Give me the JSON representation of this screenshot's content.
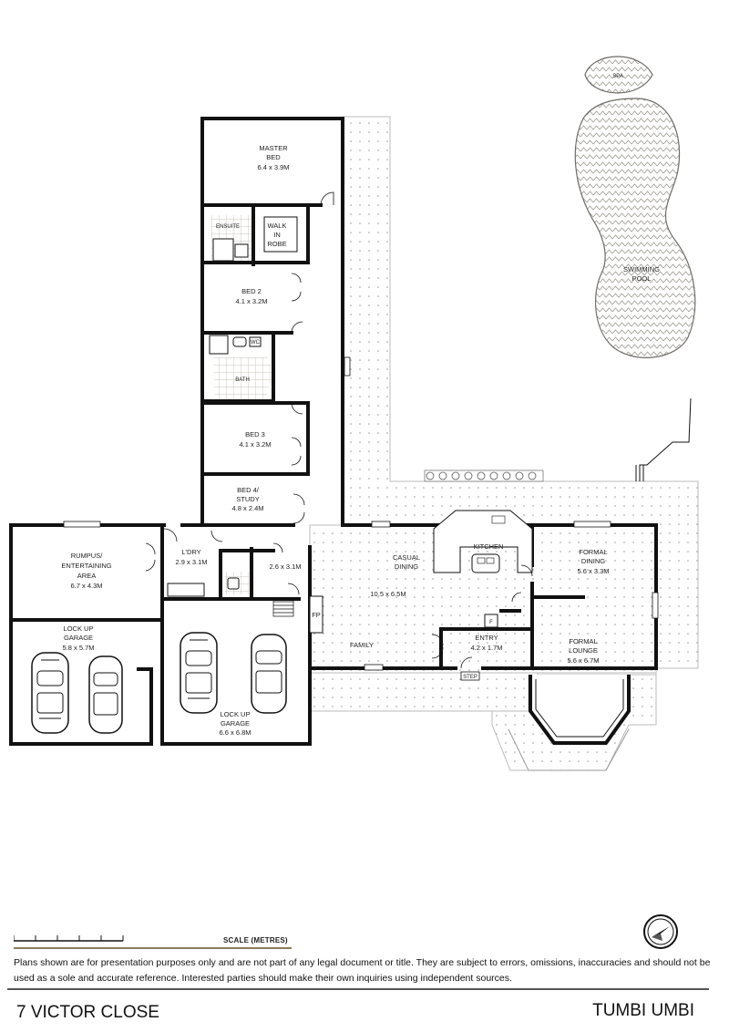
{
  "rooms": {
    "master_bed": {
      "name": [
        "MASTER",
        "BED"
      ],
      "size": "6.4 x 3.9M"
    },
    "ensuite": {
      "name": "ENSUITE"
    },
    "walk_in_robe": {
      "name": [
        "WALK",
        "IN",
        "ROBE"
      ]
    },
    "bed2": {
      "name": "BED 2",
      "size": "4.1 x 3.2M"
    },
    "wc": {
      "name": "WC"
    },
    "bath": {
      "name": "BATH"
    },
    "bed3": {
      "name": "BED 3",
      "size": "4.1 x 3.2M"
    },
    "bed4": {
      "name": [
        "BED 4/",
        "STUDY"
      ],
      "size": "4.8 x 2.4M"
    },
    "rumpus": {
      "name": [
        "RUMPUS/",
        "ENTERTAINING",
        "AREA"
      ],
      "size": "6.7 x 4.3M"
    },
    "laundry": {
      "name": "L'DRY",
      "size": "2.9 x 3.1M"
    },
    "hall_room": {
      "size": "2.6 x 3.1M"
    },
    "garage_left": {
      "name": [
        "LOCK UP",
        "GARAGE"
      ],
      "size": "5.8 x 5.7M"
    },
    "garage_right": {
      "name": [
        "LOCK UP",
        "GARAGE"
      ],
      "size": "6.6 x 6.8M"
    },
    "casual_dining": {
      "name": [
        "CASUAL",
        "DINING"
      ]
    },
    "living_size": "10.5 x 6.5M",
    "kitchen": {
      "name": "KITCHEN"
    },
    "family": {
      "name": "FAMILY"
    },
    "fireplace": {
      "name": "FP"
    },
    "fridge": {
      "name": "F"
    },
    "entry": {
      "name": "ENTRY",
      "size": "4.2 x 1.7M"
    },
    "formal_dining": {
      "name": [
        "FORMAL",
        "DINING"
      ],
      "size": "5.6 x 3.3M"
    },
    "formal_lounge": {
      "name": [
        "FORMAL",
        "LOUNGE"
      ],
      "size": "5.6 x 6.7M"
    },
    "step": {
      "name": "STEP"
    },
    "spa": {
      "name": "SPA"
    },
    "pool": {
      "name": [
        "SWIMMING",
        "POOL"
      ]
    }
  },
  "footer": {
    "scale_label": "SCALE (METRES)",
    "disclaimer": "Plans shown are for presentation purposes only and are not part of any legal document or title. They are subject to errors, omissions, inaccuracies and should not be used as a sole and accurate reference. Interested parties should make their own inquiries using independent sources.",
    "address": "7 VICTOR CLOSE",
    "suburb": "TUMBI UMBI"
  },
  "colors": {
    "wall": "#111111",
    "pool_fill": "#f1efe9",
    "deck_dots": "#9a9a9a",
    "tile": "#c7c2b4"
  }
}
